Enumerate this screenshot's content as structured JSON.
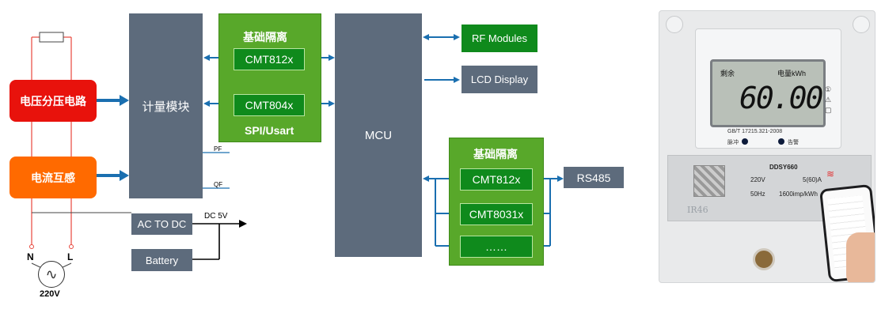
{
  "power": {
    "voltage_divider": "电压分压电路",
    "current_transformer": "电流互感",
    "n_label": "N",
    "l_label": "L",
    "source_voltage": "220V"
  },
  "metering": {
    "label": "计量模块",
    "pf_label": "PF",
    "qf_label": "QF"
  },
  "isolation_top": {
    "title": "基础隔离",
    "chip1": "CMT812x",
    "chip2": "CMT804x",
    "bus": "SPI/Usart"
  },
  "mcu": {
    "label": "MCU"
  },
  "peripherals": {
    "rf": "RF Modules",
    "lcd": "LCD Display",
    "rs485": "RS485"
  },
  "isolation_bottom": {
    "title": "基础隔离",
    "chip1": "CMT812x",
    "chip2": "CMT8031x",
    "chip3": "……"
  },
  "supply": {
    "acdc": "AC TO DC",
    "battery": "Battery",
    "dc_out": "DC 5V"
  },
  "meter": {
    "lcd_left": "剩余",
    "lcd_right": "电量kWh",
    "reading": "60.00",
    "standard": "GB/T 17215.321-2008",
    "pulse": "脉冲",
    "alarm": "告警",
    "model": "DDSY660",
    "volt": "220V",
    "current": "5(60)A",
    "freq": "50Hz",
    "imp": "1600imp/kWh",
    "ir": "IR46"
  }
}
